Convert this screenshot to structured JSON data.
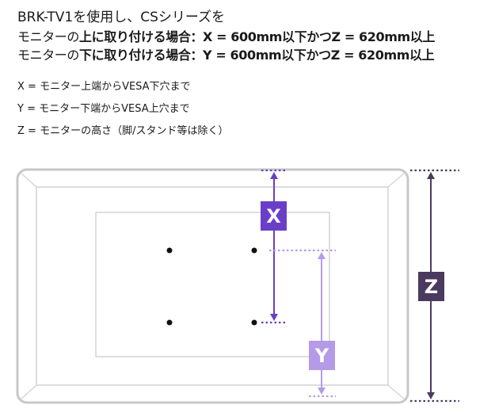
{
  "heading": {
    "line1": "BRK-TV1を使用し、CSシリーズを",
    "line2_prefix": "モニターの",
    "line2_strong": "上に取り付ける",
    "line2_rest": "場合：X = 600mm以下かつZ = 620mm以上",
    "line3_prefix": "モニターの",
    "line3_strong": "下に取り付ける",
    "line3_rest": "場合：Y = 600mm以下かつZ = 620mm以上"
  },
  "legend": [
    "X = モニター上端からVESA下穴まで",
    "Y = モニター下端からVESA上穴まで",
    "Z = モニターの高さ（脚/スタンド等は除く）"
  ],
  "badges": {
    "x": "X",
    "y": "Y",
    "z": "Z"
  },
  "colors": {
    "x": "#6a3fc8",
    "y": "#b59ae8",
    "z": "#4a3a5e",
    "frame": "#c8c8c8"
  }
}
